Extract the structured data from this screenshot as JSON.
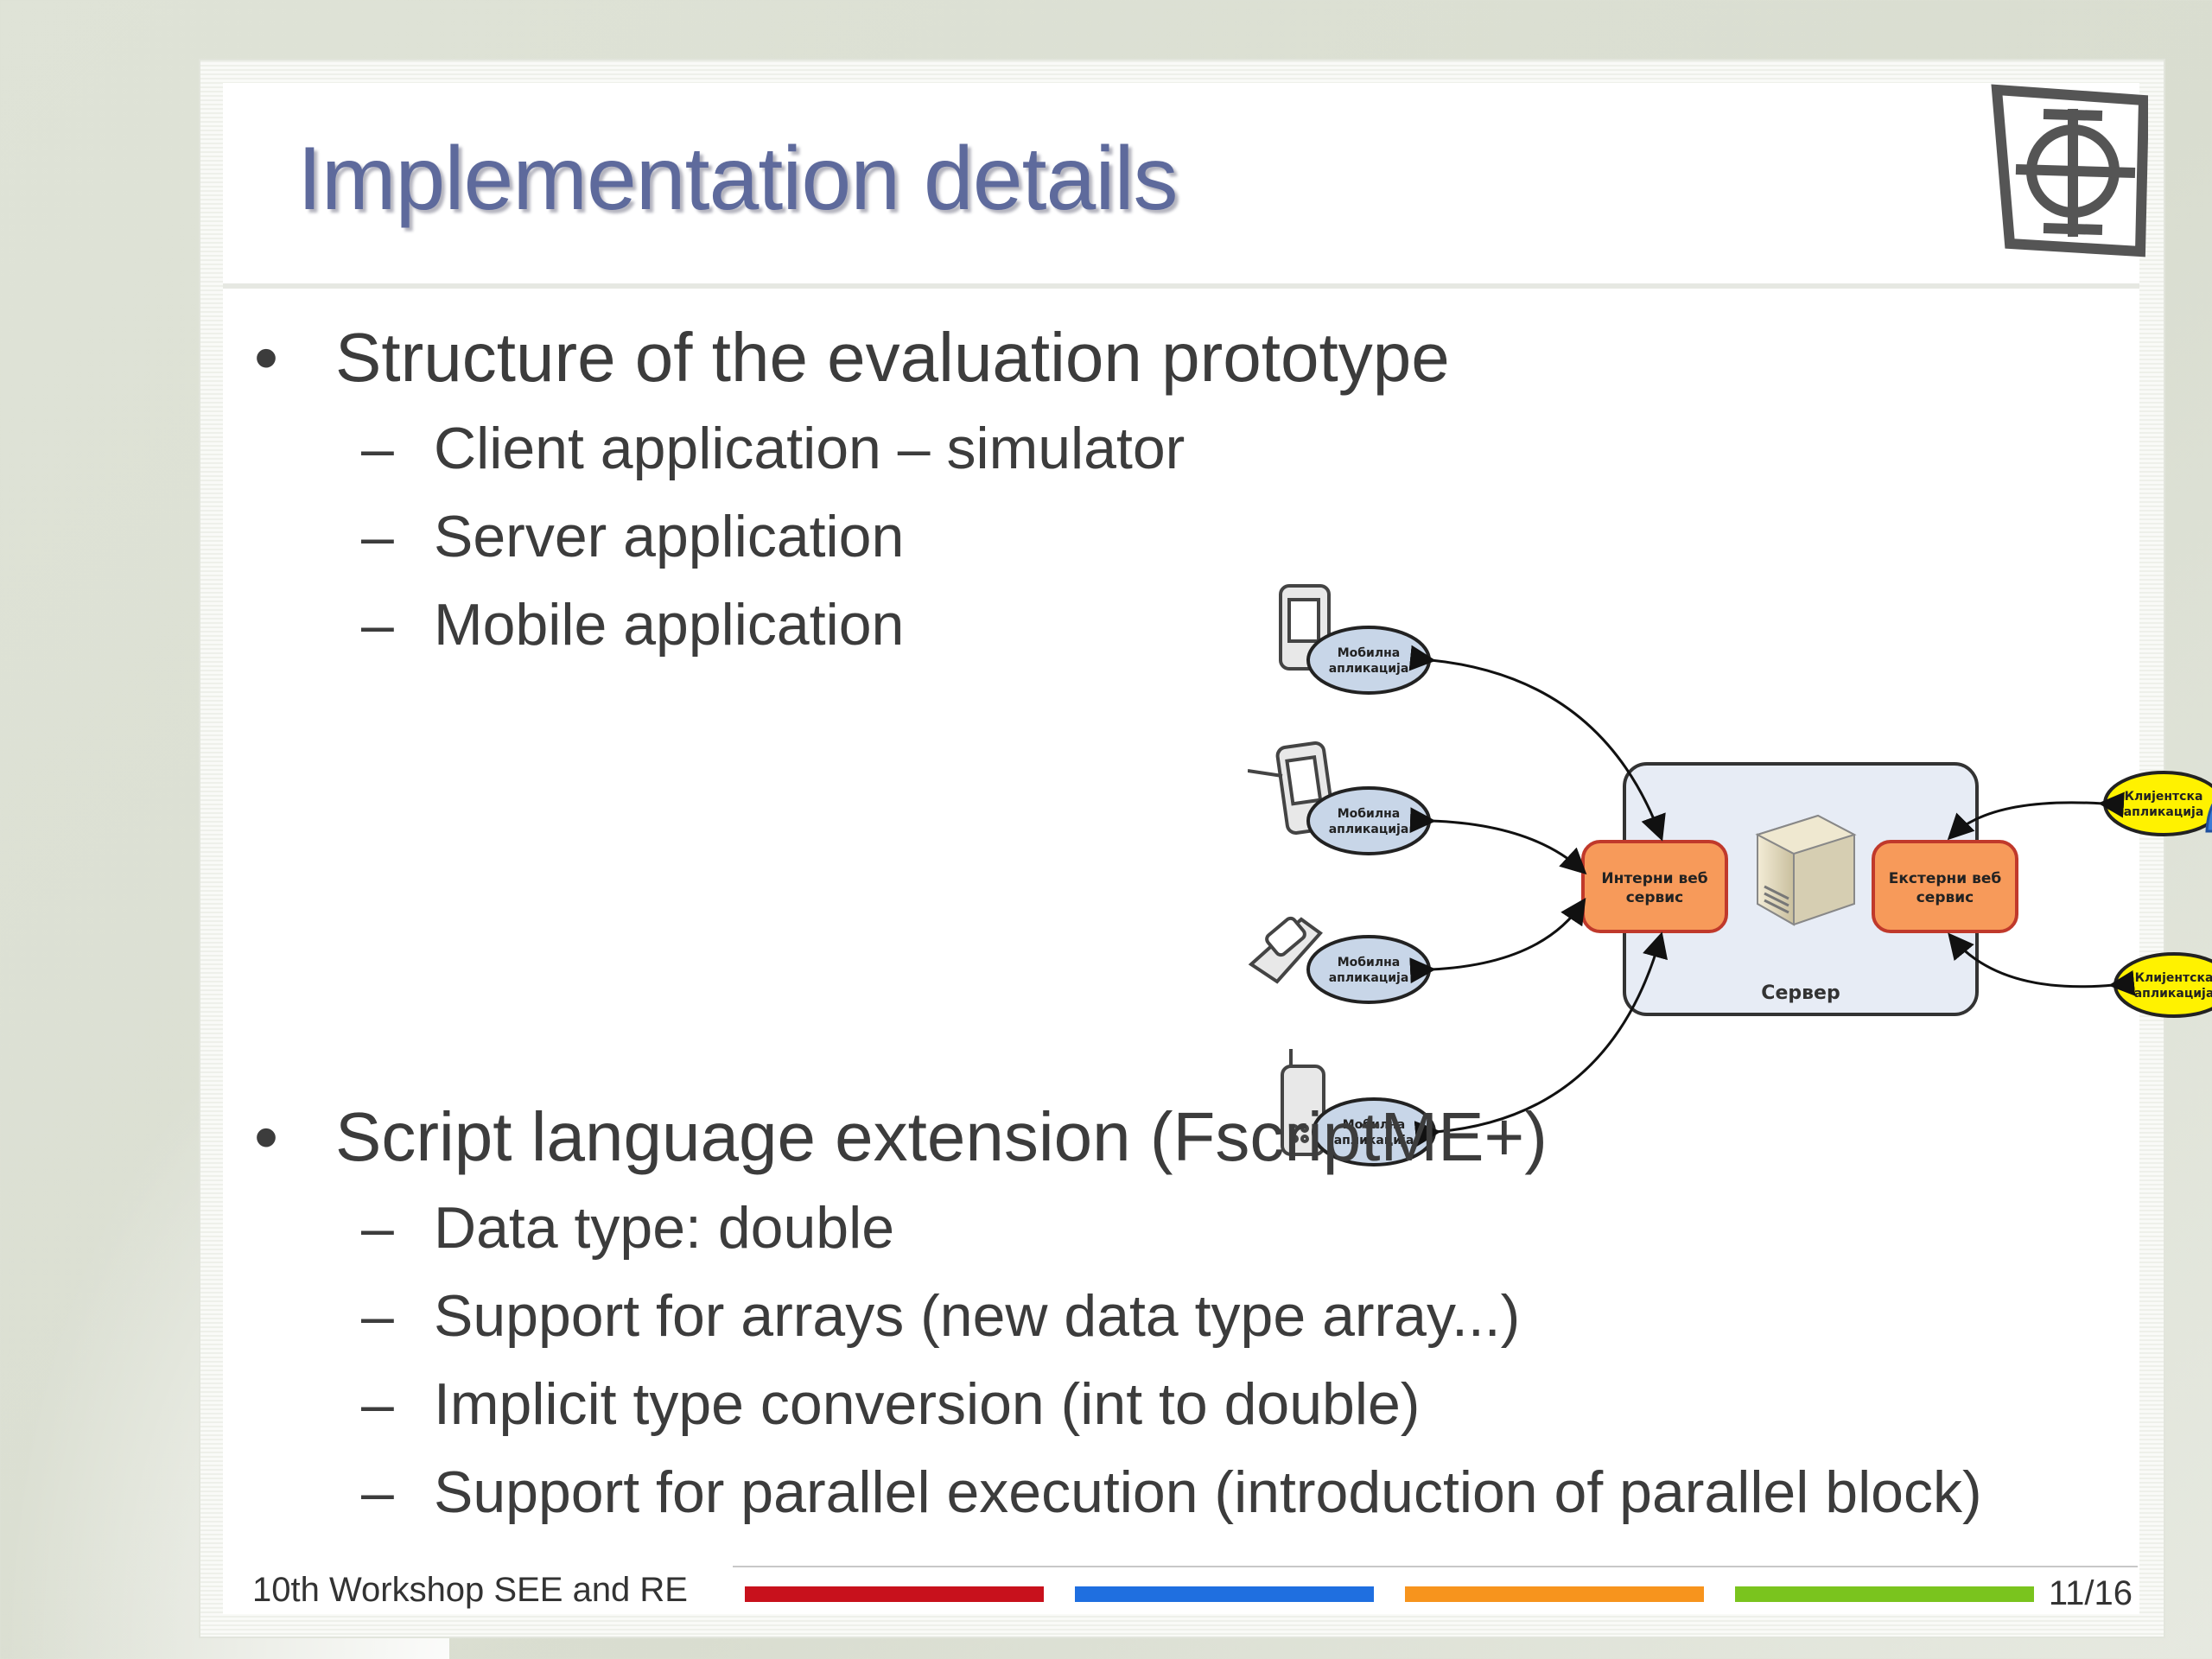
{
  "slide": {
    "title": "Implementation details",
    "sections": [
      {
        "heading": "Structure of the evaluation prototype",
        "items": [
          "Client application – simulator",
          "Server application",
          "Mobile application"
        ]
      },
      {
        "heading": "Script language extension (FscriptME+)",
        "items": [
          "Data type: double",
          "Support for arrays (new data type array...)",
          "Implicit type conversion (int to double)",
          "Support for parallel execution (introduction of parallel block)"
        ]
      }
    ],
    "diagram": {
      "mobile_app_label_line1": "Мобилна",
      "mobile_app_label_line2": "апликација",
      "internal_ws_line1": "Интерни веб",
      "internal_ws_line2": "сервис",
      "external_ws_line1": "Екстерни веб",
      "external_ws_line2": "сервис",
      "server_label": "Сервер",
      "client_app_line1": "Клијентска",
      "client_app_line2": "апликација"
    }
  },
  "footer": {
    "workshop": "10th Workshop SEE and RE",
    "page": "11/16",
    "stripe_colors": [
      "#c8111c",
      "#1f6fe0",
      "#f7941d",
      "#7ac41e"
    ]
  }
}
